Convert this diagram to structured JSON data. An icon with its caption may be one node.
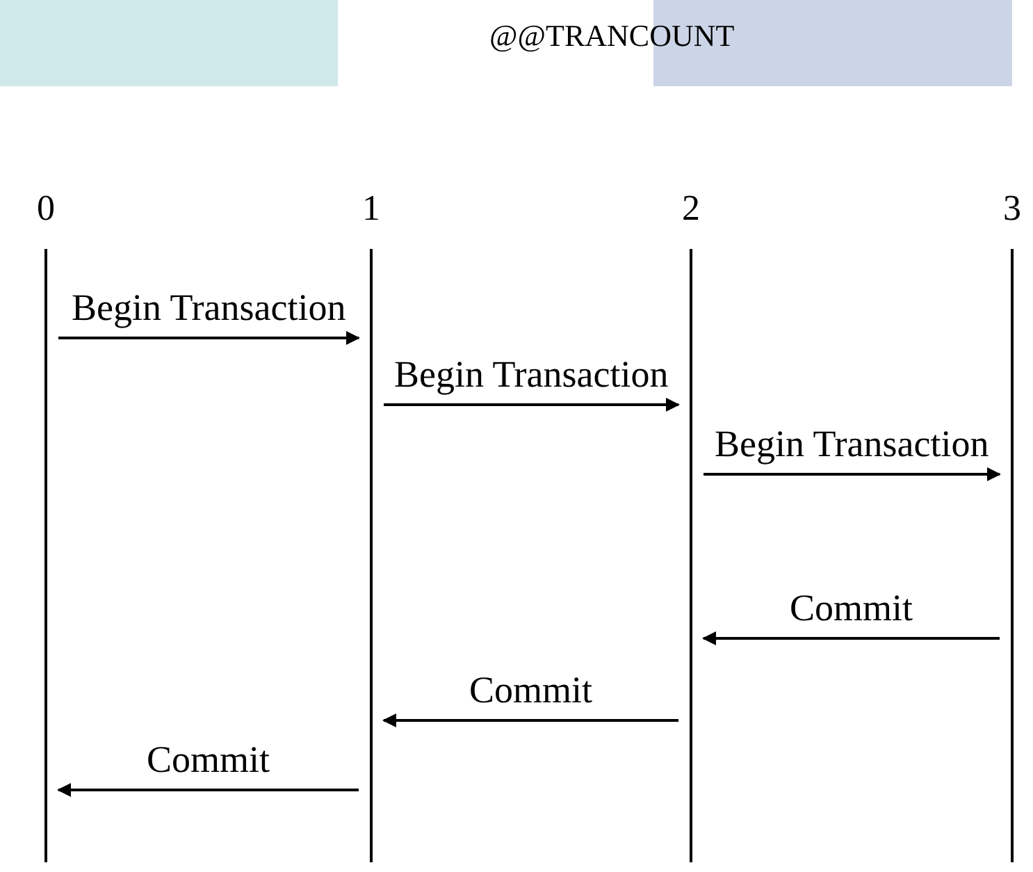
{
  "diagram": {
    "title": "@@TRANCOUNT",
    "nodes": [
      {
        "text": [
          "0"
        ]
      },
      {
        "text": [
          "1"
        ]
      },
      {
        "text": [
          "2"
        ]
      },
      {
        "text": [
          "3"
        ]
      }
    ],
    "edges": [
      {
        "from": 0,
        "to": 1,
        "arrow": "to",
        "label": "Begin Transaction"
      },
      {
        "from": 1,
        "to": 2,
        "arrow": "to",
        "label": "Begin Transaction"
      },
      {
        "from": 2,
        "to": 3,
        "arrow": "to",
        "label": "Begin Transaction"
      },
      {
        "from": 3,
        "to": 2,
        "arrow": "to",
        "label": "Commit"
      },
      {
        "from": 2,
        "to": 1,
        "arrow": "to",
        "label": "Commit"
      },
      {
        "from": 1,
        "to": 0,
        "arrow": "to",
        "label": "Commit"
      }
    ]
  }
}
